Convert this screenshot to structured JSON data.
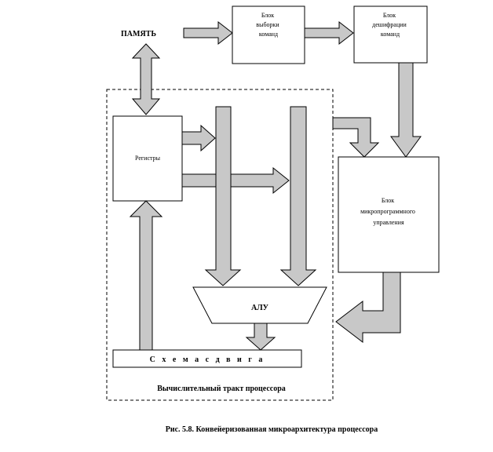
{
  "memory_label": "ПАМЯТЬ",
  "fetch_block": [
    "Блок",
    "выборки",
    "команд"
  ],
  "decode_block": [
    "Блок",
    "дешифрации",
    "команд"
  ],
  "registers_label": "Регистры",
  "microprogram_block": [
    "Блок",
    "микропрограммного",
    "управления"
  ],
  "alu_label": "АЛУ",
  "shifter_label": "С х е м а   с д в и г а",
  "datapath_label": "Вычислительный тракт процессора",
  "caption": "Рис. 5.8. Конвейеризованная микроархитектура процессора"
}
